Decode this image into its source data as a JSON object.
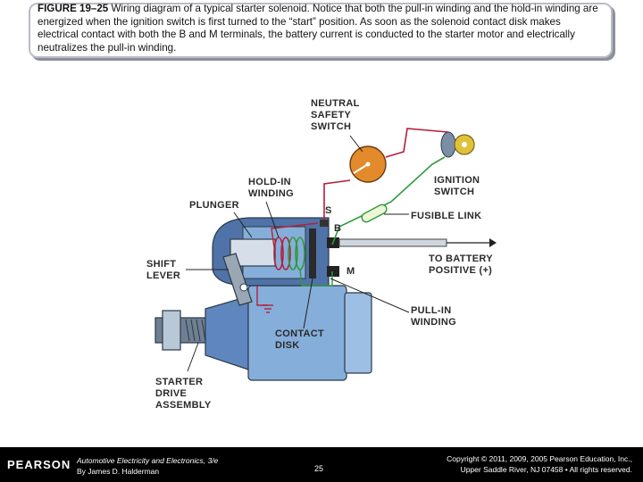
{
  "caption": {
    "figure_label": "FIGURE 19–25",
    "text": " Wiring diagram of a typical starter solenoid. Notice that both the pull-in winding and the hold-in winding are energized when the ignition switch is first turned to the “start” position. As soon as the solenoid contact disk makes electrical contact with both the B and M terminals, the battery current is conducted to the starter motor and electrically neutralizes the pull-in winding."
  },
  "labels": {
    "neutral_safety_switch": "NEUTRAL\nSAFETY\nSWITCH",
    "ignition_switch": "IGNITION\nSWITCH",
    "hold_in_winding": "HOLD-IN\nWINDING",
    "plunger": "PLUNGER",
    "terminal_s": "S",
    "terminal_b": "B",
    "terminal_m": "M",
    "fusible_link": "FUSIBLE LINK",
    "to_battery_positive": "TO BATTERY\nPOSITIVE (+)",
    "shift_lever": "SHIFT\nLEVER",
    "pull_in_winding": "PULL-IN\nWINDING",
    "contact_disk": "CONTACT\nDISK",
    "starter_drive_assembly": "STARTER\nDRIVE\nASSEMBLY"
  },
  "footer": {
    "logo": "PEARSON",
    "book_title": "Automotive Electricity and Electronics, 3/e",
    "author": "By James D. Halderman",
    "page_number": "25",
    "copyright_line1": "Copyright © 2011, 2009, 2005 Pearson Education, Inc.,",
    "copyright_line2": "Upper Saddle River, NJ 07458 • All rights reserved."
  },
  "colors": {
    "starter_body": "#86aeda",
    "solenoid_dark": "#4f73a8",
    "hold_in_wire": "#b51f3a",
    "pull_in_wire": "#2f9a3a",
    "ignition_key": "#e0c13c",
    "switch_dial": "#e28a2c"
  }
}
